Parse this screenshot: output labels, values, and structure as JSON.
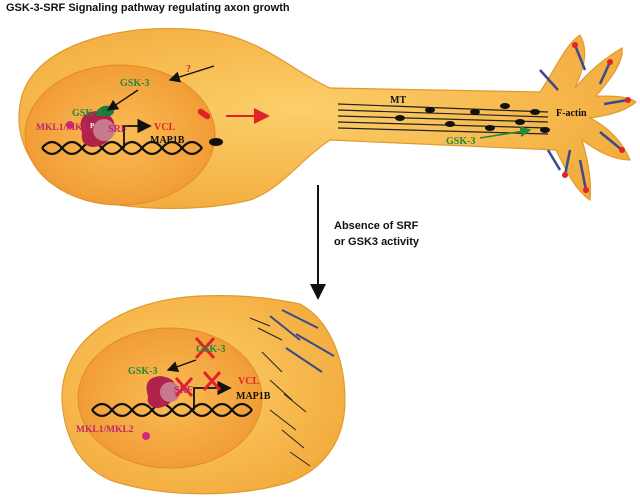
{
  "title": "GSK-3-SRF Signaling pathway regulating axon growth",
  "top": {
    "gsk3_cyto": "GSK-3",
    "question": "?",
    "gsk3_nuc": "GSK-3",
    "mkl": "MKL1/MKL2",
    "p": "P",
    "srf": "SRF",
    "vcl": "VCL",
    "map1b": "MAP1B",
    "mt": "MT",
    "gsk3_axon": "GSK-3",
    "factin": "F-actin"
  },
  "caption": {
    "line1": "Absence of SRF",
    "line2": "or GSK3 activity"
  },
  "bottom": {
    "gsk3_cyto": "GSK-3",
    "gsk3_nuc": "GSK-3",
    "srf": "SRF",
    "vcl": "VCL",
    "map1b": "MAP1B",
    "mkl": "MKL1/MKL2"
  },
  "colors": {
    "cell": "#f6b23e",
    "cell_edge": "#e59a2a",
    "nucleus": "#f29a2c",
    "green": "#1f8a3a",
    "red": "#e0222a",
    "magenta": "#c0266e",
    "actin": "#3b4a8a"
  }
}
